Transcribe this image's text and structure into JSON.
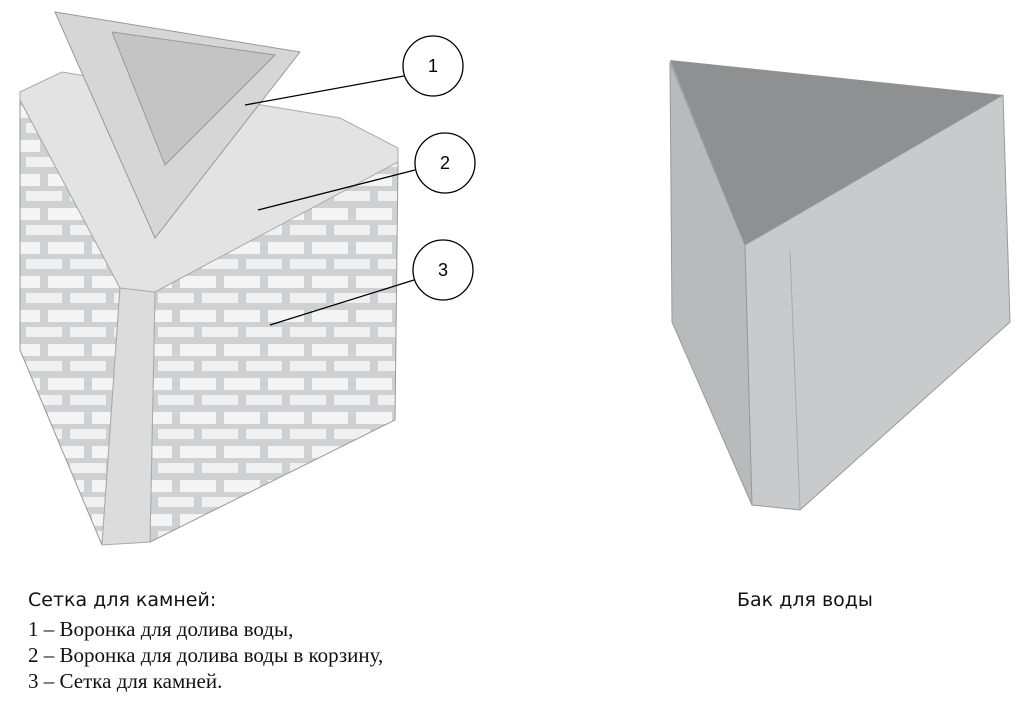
{
  "callouts": [
    "1",
    "2",
    "3"
  ],
  "basket": {
    "title": "Сетка для камней:",
    "items": [
      "1 – Воронка для долива воды,",
      "2 – Воронка для долива воды в корзину,",
      "3 – Сетка для камней."
    ]
  },
  "tank": {
    "title": "Бак для воды"
  }
}
